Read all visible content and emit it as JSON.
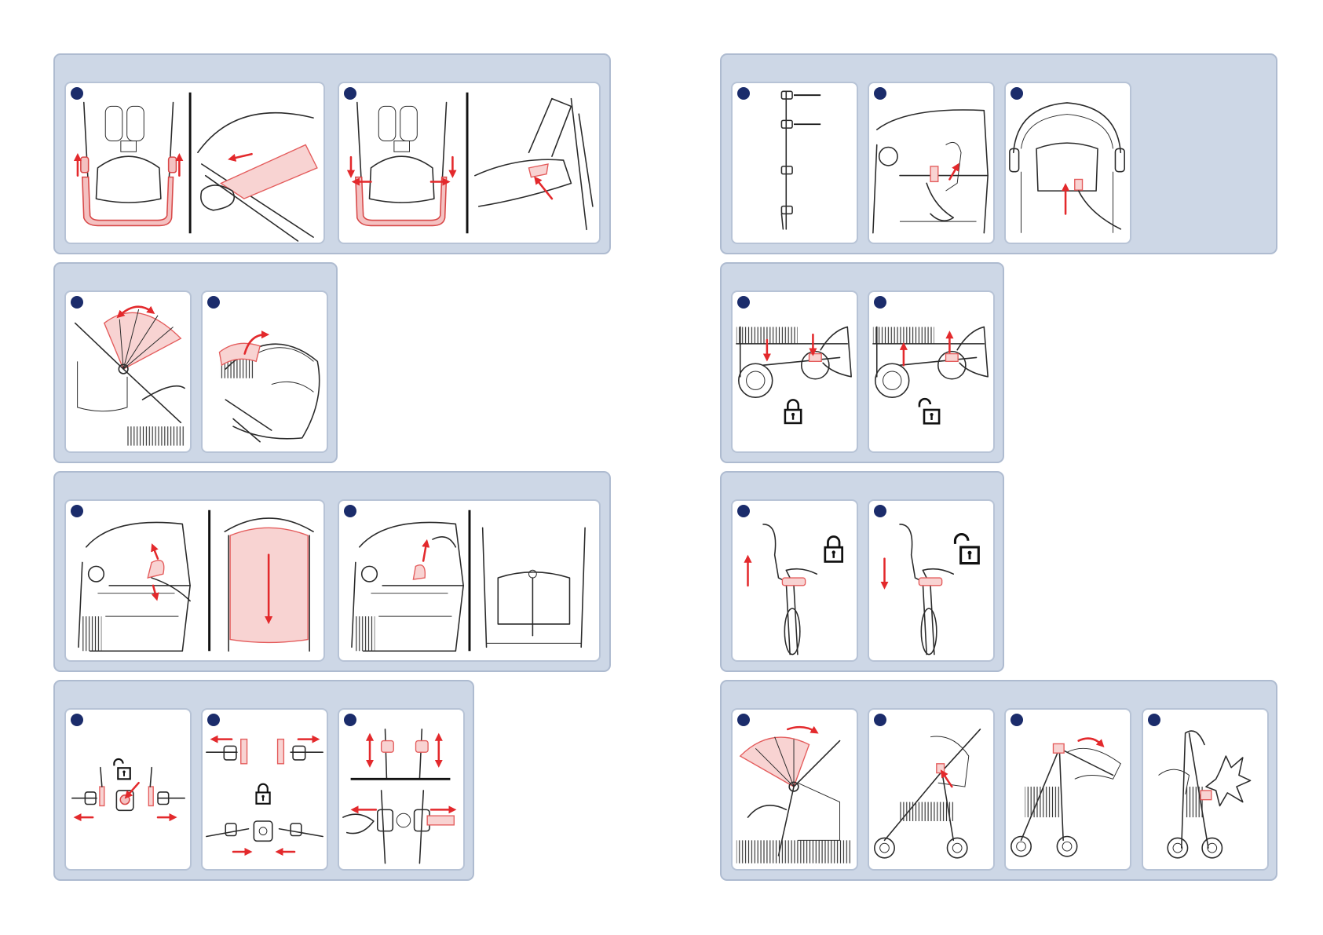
{
  "colors": {
    "group_background": "#cdd7e6",
    "panel_border": "#b7c3d6",
    "step_dot": "#1b2c6b",
    "highlight": "#f4c1c1",
    "arrow": "#e3292c"
  },
  "sections": [
    {
      "id": "bumper-bar",
      "panels": 2,
      "illustrations": [
        "bumper-bar-remove",
        "bumper-bar-release-button",
        "bumper-bar-attach",
        "bumper-bar-click-detail"
      ]
    },
    {
      "id": "canopy",
      "panels": 2,
      "illustrations": [
        "canopy-extend",
        "canopy-visor-flip"
      ]
    },
    {
      "id": "backrest",
      "panels": 2,
      "illustrations": [
        "backrest-lower",
        "backrest-cover-pulled",
        "backrest-raise",
        "backrest-rear-view"
      ]
    },
    {
      "id": "harness",
      "panels": 3,
      "illustrations": [
        "harness-unlock",
        "harness-lock",
        "shoulder-strap-adjust"
      ]
    },
    {
      "id": "shoulder-strap-slots",
      "panels": 3,
      "illustrations": [
        "strap-slots",
        "strap-rethread",
        "strap-adjust-rear"
      ]
    },
    {
      "id": "brake",
      "panels": 2,
      "illustrations": [
        "brake-on",
        "brake-off"
      ],
      "icons": [
        "lock-icon",
        "unlock-icon"
      ]
    },
    {
      "id": "swivel-wheel",
      "panels": 2,
      "illustrations": [
        "swivel-lock",
        "swivel-unlock"
      ],
      "icons": [
        "lock-icon",
        "unlock-icon"
      ]
    },
    {
      "id": "folding",
      "panels": 4,
      "illustrations": [
        "fold-canopy",
        "fold-release",
        "fold-collapse",
        "fold-click"
      ]
    }
  ]
}
